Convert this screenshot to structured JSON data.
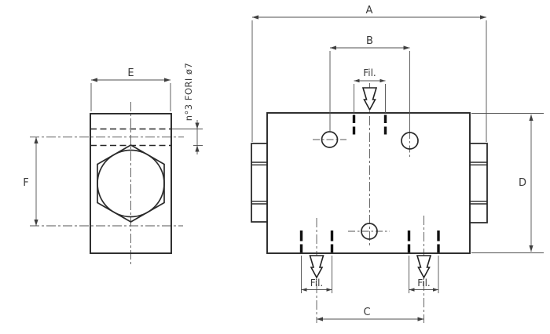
{
  "colors": {
    "background": "#ffffff",
    "object_line": "#262626",
    "dimension_line": "#4f4f4f",
    "port_mark": "#111111",
    "text": "#3a3a3a"
  },
  "side_view": {
    "width_dim_label": "E",
    "height_dim_label": "F",
    "holes_note": "n°3 FORI ø7"
  },
  "front_view": {
    "overall_width_dim_label": "A",
    "top_holes_spacing_dim_label": "B",
    "bottom_ports_spacing_dim_label": "C",
    "height_dim_label": "D",
    "top_port_label": "Fil.",
    "bottom_left_port_label": "Fil.",
    "bottom_right_port_label": "Fil."
  }
}
